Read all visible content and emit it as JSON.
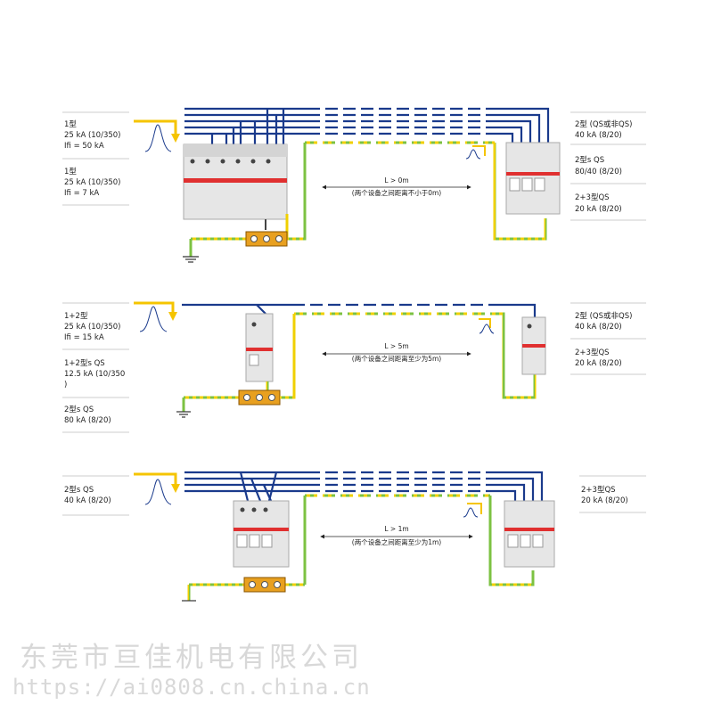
{
  "diagram1": {
    "left_labels": [
      {
        "lines": [
          "1型",
          "25 kA (10/350)",
          "Ifi = 50 kA"
        ]
      },
      {
        "lines": [
          "1型",
          "25 kA (10/350)",
          "Ifi = 7 kA"
        ]
      }
    ],
    "right_labels": [
      {
        "lines": [
          "2型 (QS或非QS)",
          "40 kA (8/20)"
        ]
      },
      {
        "lines": [
          "2型s QS",
          "80/40 (8/20)"
        ]
      },
      {
        "lines": [
          "2+3型QS",
          "20 kA (8/20)"
        ]
      }
    ],
    "distance": "L > 0m",
    "distance_note": "(两个设备之间距离不小于0m)"
  },
  "diagram2": {
    "left_labels": [
      {
        "lines": [
          "1+2型",
          "25 kA (10/350)",
          "Ifi = 15 kA"
        ]
      },
      {
        "lines": [
          "1+2型s QS",
          "12.5 kA (10/350",
          ")"
        ]
      },
      {
        "lines": [
          "2型s QS",
          "80 kA (8/20)"
        ]
      }
    ],
    "right_labels": [
      {
        "lines": [
          "2型 (QS或非QS)",
          "40 kA (8/20)"
        ]
      },
      {
        "lines": [
          "2+3型QS",
          "20 kA (8/20)"
        ]
      }
    ],
    "distance": "L > 5m",
    "distance_note": "(两个设备之间距离至少为5m)"
  },
  "diagram3": {
    "left_labels": [
      {
        "lines": [
          "2型s QS",
          "40 kA (8/20)"
        ]
      }
    ],
    "right_labels": [
      {
        "lines": [
          "2+3型QS",
          "20 kA (8/20)"
        ]
      }
    ],
    "distance": "L > 1m",
    "distance_note": "(两个设备之间距离至少为1m)"
  },
  "watermark": {
    "company": "东莞市亘佳机电有限公司",
    "url": "https://ai0808.cn.china.cn"
  },
  "colors": {
    "wire_blue": "#1a3a8c",
    "earth_green": "#7cc242",
    "earth_yellow": "#f0d000",
    "arrow_yellow": "#f5c400",
    "device_grey": "#e6e6e6",
    "device_red": "#e03030",
    "terminal_orange": "#e8a020"
  }
}
